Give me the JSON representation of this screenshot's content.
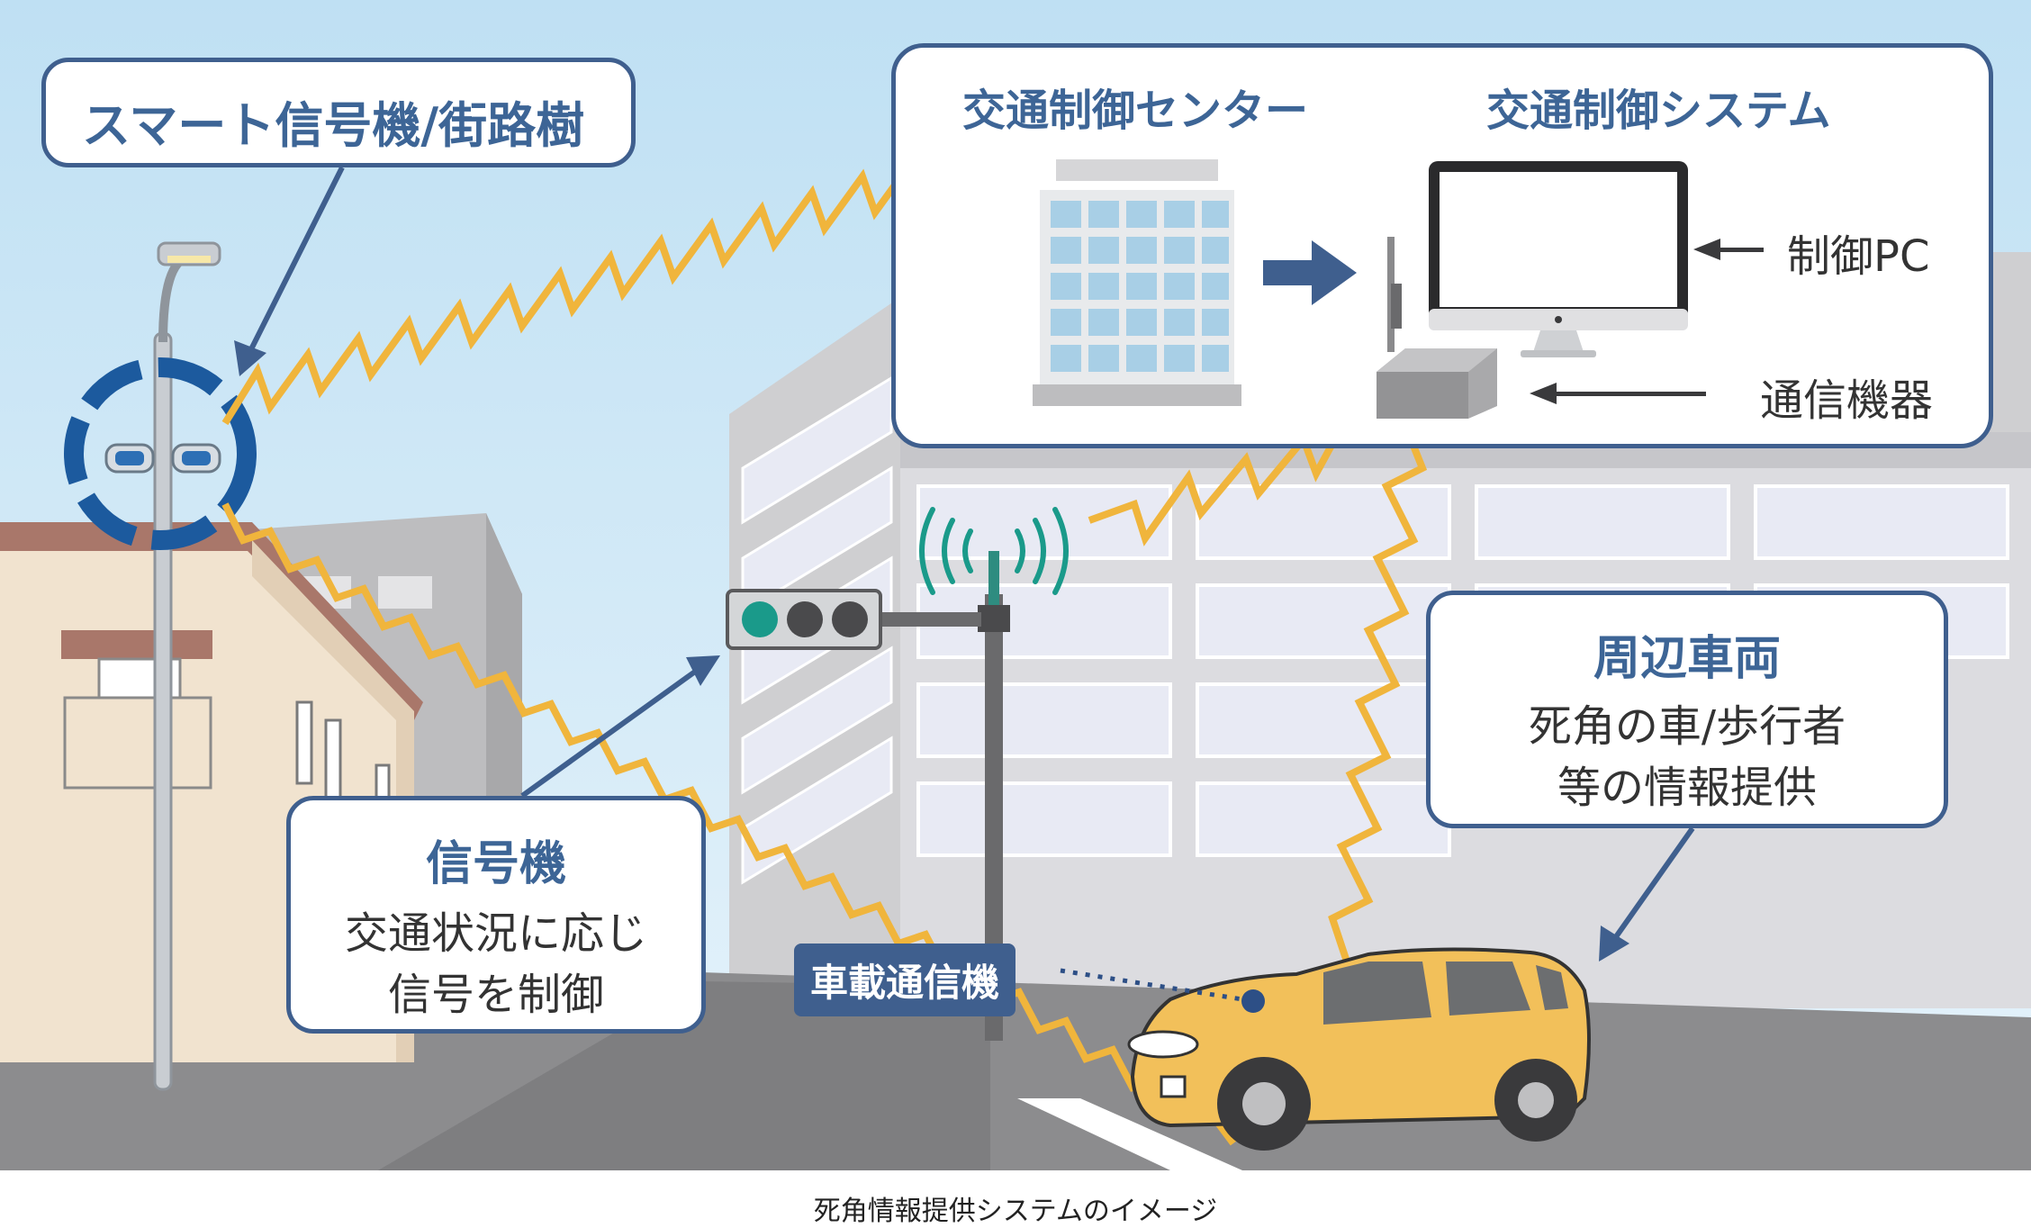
{
  "labels": {
    "smart_signal": "スマート信号機/街路樹",
    "traffic_center": "交通制御センター",
    "traffic_system": "交通制御システム",
    "control_pc": "制御PC",
    "comm_device": "通信機器",
    "signal_title": "信号機",
    "signal_line1": "交通状況に応じ",
    "signal_line2": "信号を制御",
    "vehicle_title": "周辺車両",
    "vehicle_line1": "死角の車/歩行者",
    "vehicle_line2": "等の情報提供",
    "onboard_unit": "車載通信機"
  },
  "caption": "死角情報提供システムのイメージ",
  "colors": {
    "sky": "#c6e4f5",
    "box_border": "#3f5f8e",
    "title_blue": "#3d6596",
    "wave": "#f0b53c",
    "car": "#f2c05a",
    "signal_green": "#1a9a8a",
    "road": "#8c8c8c",
    "building_gray": "#d4d4d6",
    "house": "#f1e3cf"
  }
}
